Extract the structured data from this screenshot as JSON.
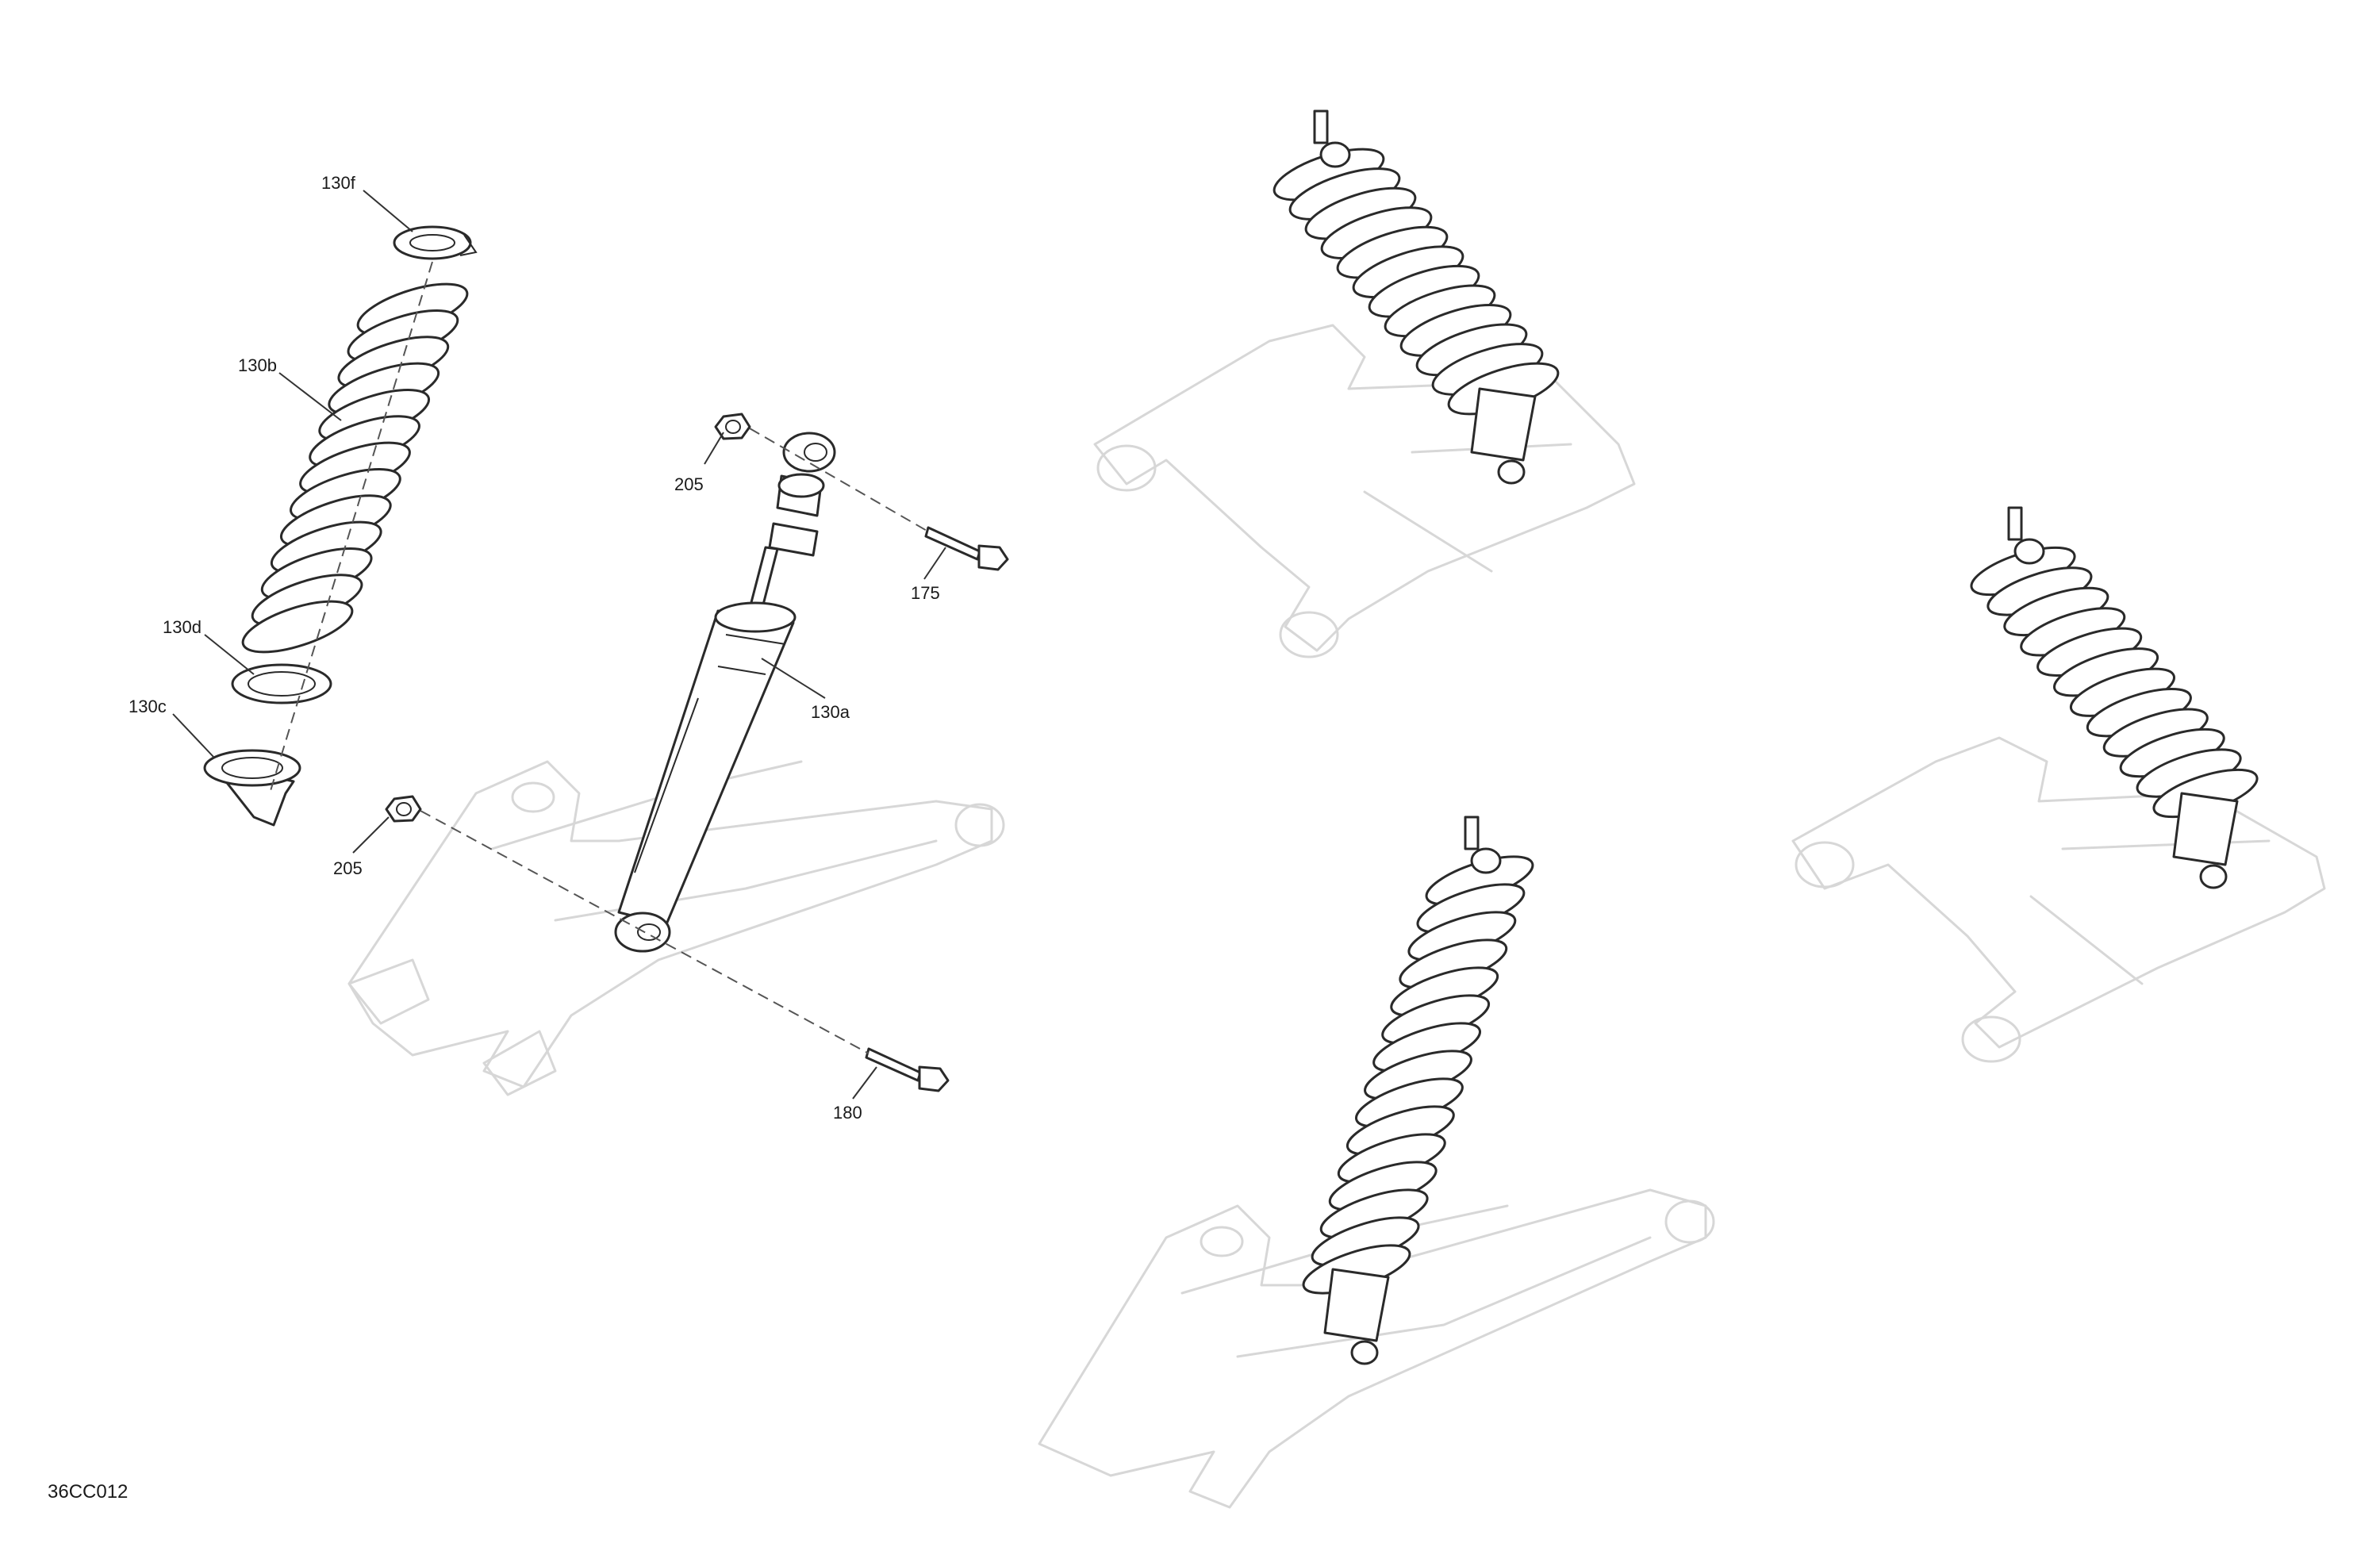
{
  "diagram": {
    "drawing_code": "36CC012",
    "callouts": {
      "c130f": "130f",
      "c130b": "130b",
      "c130d": "130d",
      "c130c": "130c",
      "c205_top": "205",
      "c175": "175",
      "c130a": "130a",
      "c205_bottom": "205",
      "c180": "180"
    },
    "colors": {
      "line": "#2a2a2a",
      "ghost_line": "#d7d7d7",
      "background": "#ffffff"
    }
  }
}
